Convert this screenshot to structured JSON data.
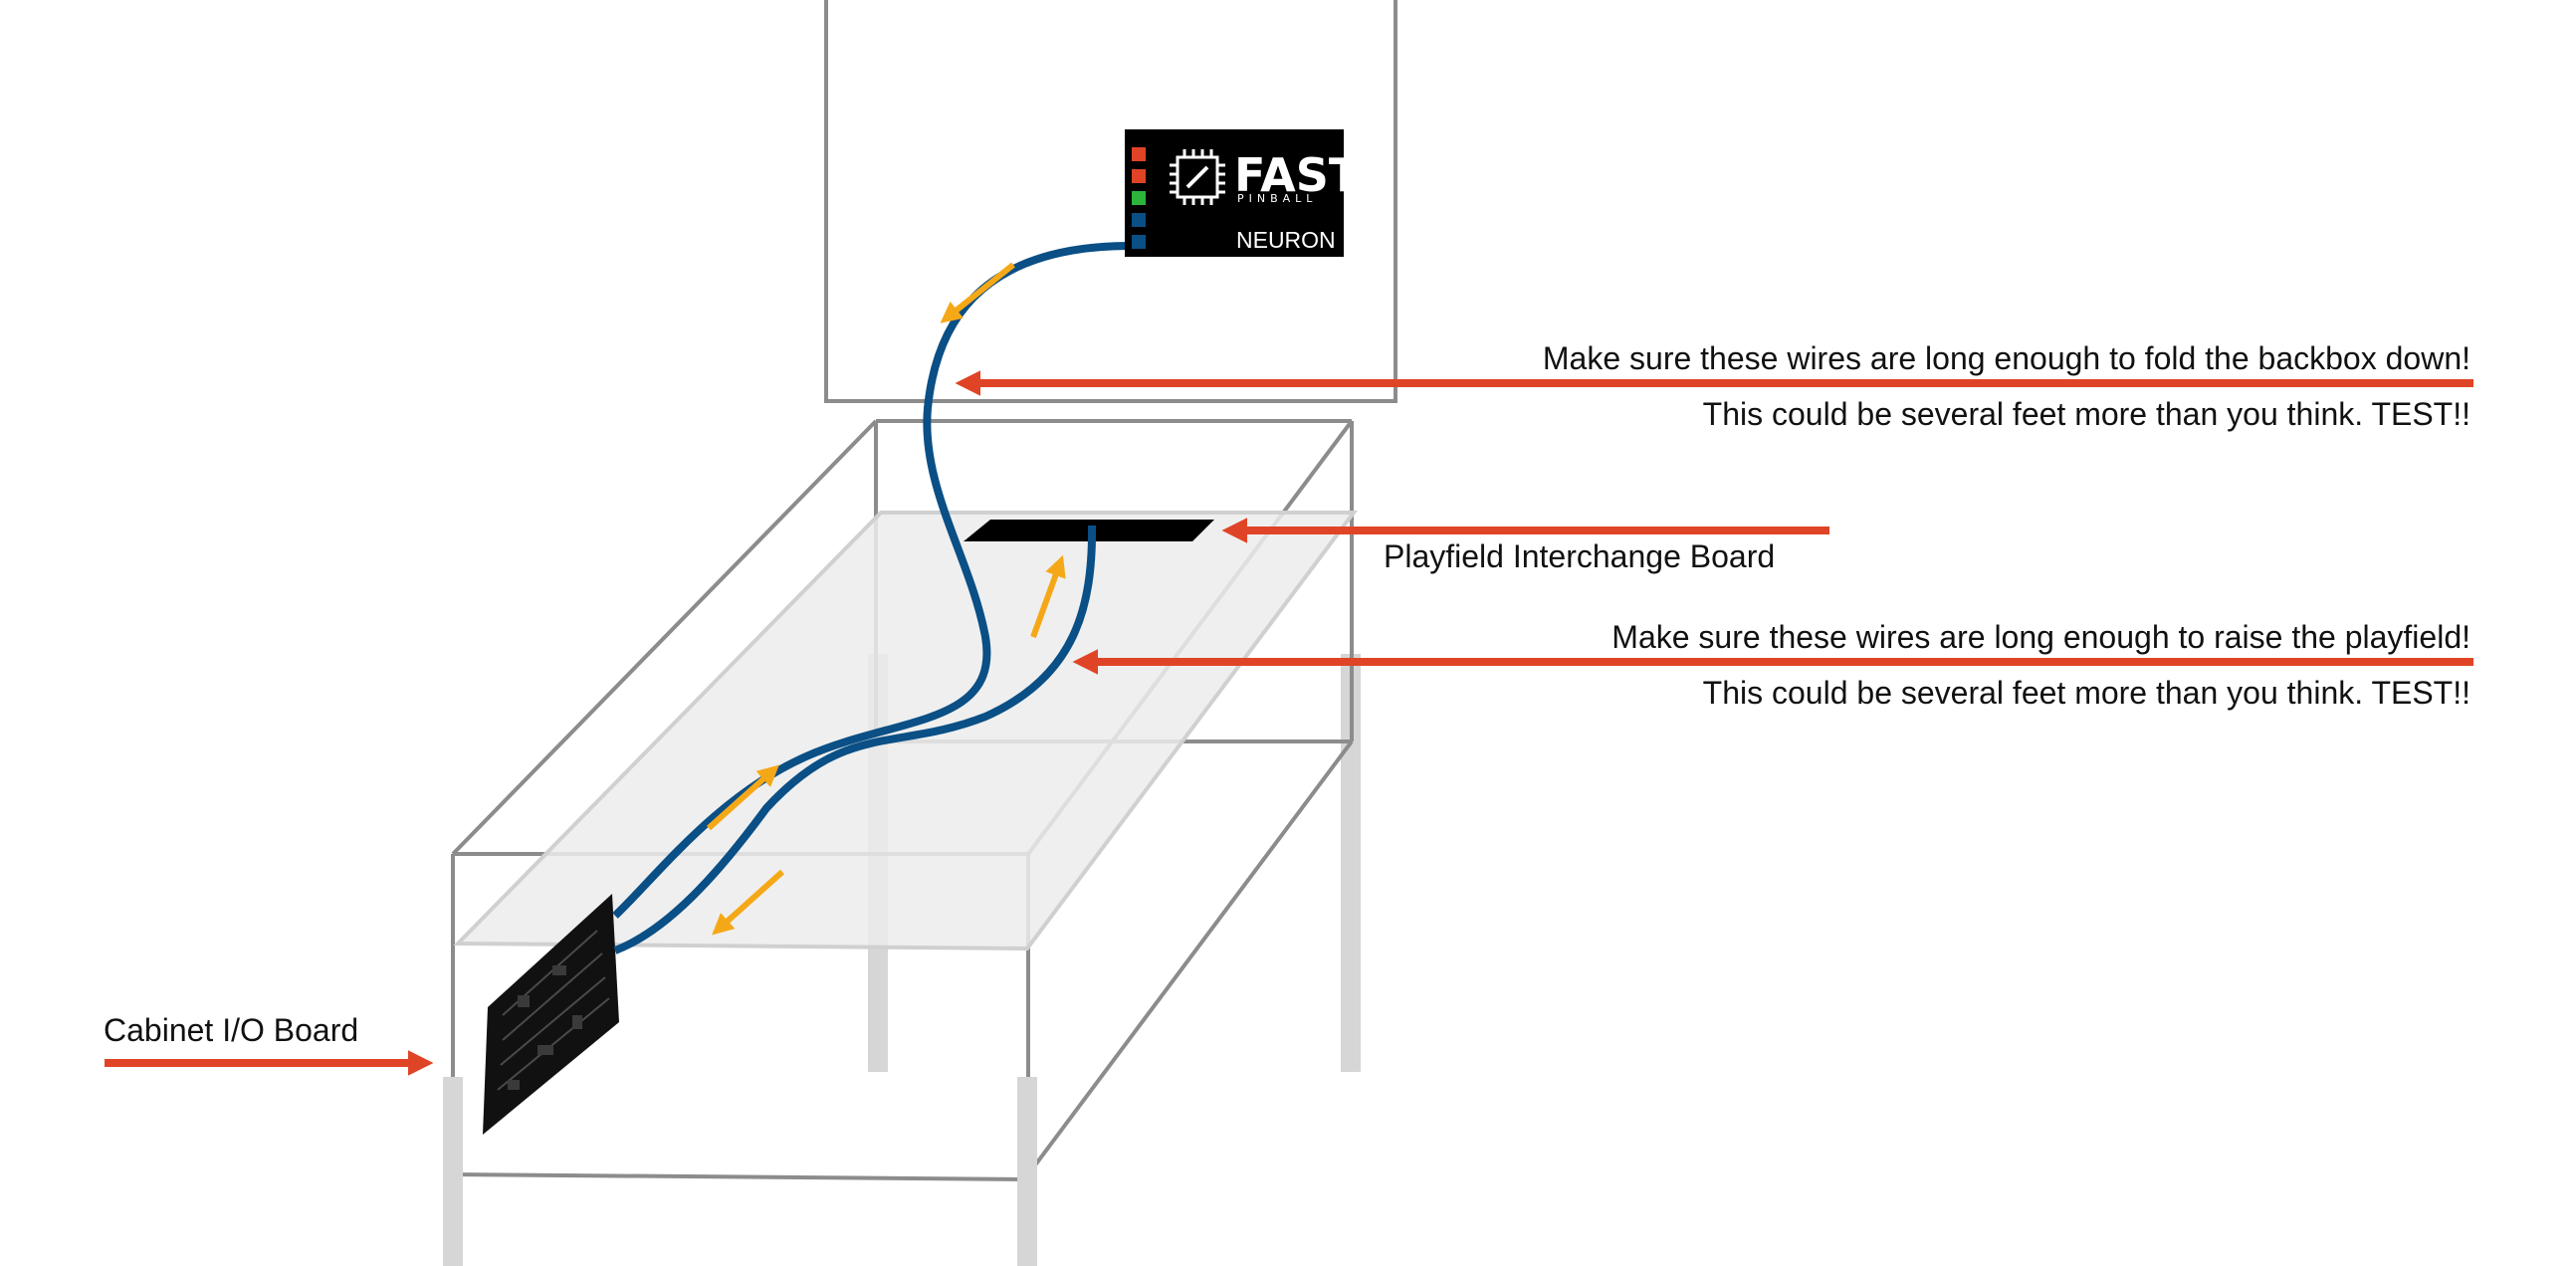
{
  "colors": {
    "cable": "#0a4f85",
    "red_arrow": "#e04426",
    "flow_arrow": "#f5a817",
    "frame": "#8c8c8c",
    "legs": "#d6d6d6",
    "playfield": "#ececec",
    "board": "#000000",
    "led_red": "#e04426",
    "led_green": "#2db43c",
    "led_blue": "#0a4f85"
  },
  "neuron_board": {
    "brand": "FAST",
    "brand_sub": "PINBALL",
    "model": "NEURON",
    "icon": "chip-icon"
  },
  "labels": {
    "backbox_warning_line1": "Make sure these wires are long enough to fold the backbox down!",
    "backbox_warning_line2": "This could be several feet more than you think. TEST!!",
    "playfield_board": "Playfield Interchange Board",
    "playfield_warning_line1": "Make sure these wires are long enough to raise the playfield!",
    "playfield_warning_line2": "This could be several feet more than you think. TEST!!",
    "cabinet_board": "Cabinet I/O Board"
  }
}
